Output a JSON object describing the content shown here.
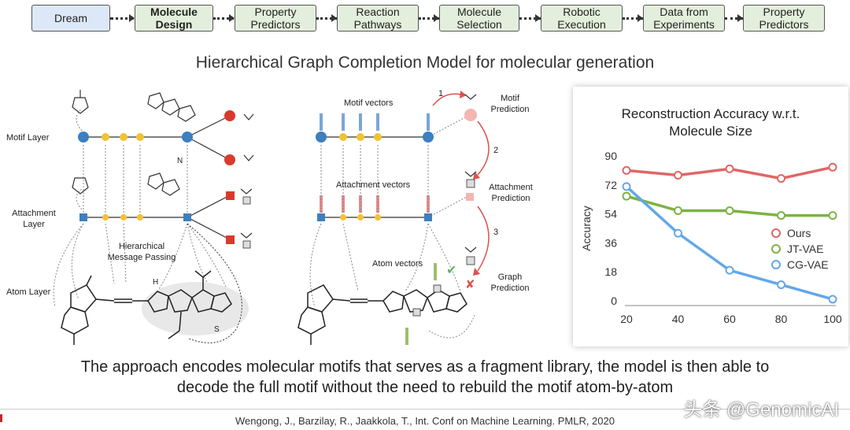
{
  "pipeline": {
    "steps": [
      {
        "label": "Dream",
        "lines": [
          "Dream"
        ]
      },
      {
        "label": "Molecule Design",
        "lines": [
          "Molecule",
          "Design"
        ]
      },
      {
        "label": "Property Predictors",
        "lines": [
          "Property",
          "Predictors"
        ]
      },
      {
        "label": "Reaction Pathways",
        "lines": [
          "Reaction",
          "Pathways"
        ]
      },
      {
        "label": "Molecule Selection",
        "lines": [
          "Molecule",
          "Selection"
        ]
      },
      {
        "label": "Robotic Execution",
        "lines": [
          "Robotic",
          "Execution"
        ]
      },
      {
        "label": "Data from Experiments",
        "lines": [
          "Data from",
          "Experiments"
        ]
      },
      {
        "label": "Property Predictors",
        "lines": [
          "Property",
          "Predictors"
        ]
      }
    ]
  },
  "title": "Hierarchical Graph Completion Model for molecular generation",
  "diagram_left": {
    "motif_layer": "Motif Layer",
    "attachment_layer": [
      "Attachment",
      "Layer"
    ],
    "atom_layer": "Atom Layer",
    "message_passing": [
      "Hierarchical",
      "Message Passing"
    ]
  },
  "diagram_mid": {
    "motif_vectors": "Motif vectors",
    "attachment_vectors": "Attachment vectors",
    "atom_vectors": "Atom vectors",
    "step1": "1",
    "step2": "2",
    "step3": "3",
    "motif_prediction": [
      "Motif",
      "Prediction"
    ],
    "attachment_prediction": [
      "Attachment",
      "Prediction"
    ],
    "graph_prediction": [
      "Graph",
      "Prediction"
    ]
  },
  "chart_data": {
    "type": "line",
    "title": "Reconstruction Accuracy w.r.t. Molecule Size",
    "title_lines": [
      "Reconstruction Accuracy w.r.t.",
      "Molecule Size"
    ],
    "xlabel": "",
    "ylabel": "Accuracy",
    "x": [
      20,
      40,
      60,
      80,
      100
    ],
    "xlim": [
      20,
      100
    ],
    "ylim": [
      0,
      90
    ],
    "yticks": [
      0,
      18,
      36,
      54,
      72,
      90
    ],
    "grid": false,
    "legend_position": "right",
    "series": [
      {
        "name": "Ours",
        "color": "#e06666",
        "values": [
          81,
          78,
          82,
          76,
          83
        ]
      },
      {
        "name": "JT-VAE",
        "color": "#7cb342",
        "values": [
          65,
          56,
          56,
          53,
          53
        ]
      },
      {
        "name": "CG-VAE",
        "color": "#64a7e8",
        "values": [
          71,
          42,
          19,
          10,
          1
        ]
      }
    ]
  },
  "description": [
    "The approach encodes molecular motifs that serves as a fragment library, the model is then able to",
    "decode the full motif without the need to rebuild the motif atom-by-atom"
  ],
  "citation": "Wengong, J., Barzilay, R., Jaakkola, T., Int. Conf on Machine Learning. PMLR, 2020",
  "watermark": "头条 @GenomicAI",
  "colors": {
    "motif_node": "#3d7fbf",
    "attach_node": "#f2c230",
    "red_node": "#d93a2b",
    "pink_node": "#f5b5b0"
  }
}
